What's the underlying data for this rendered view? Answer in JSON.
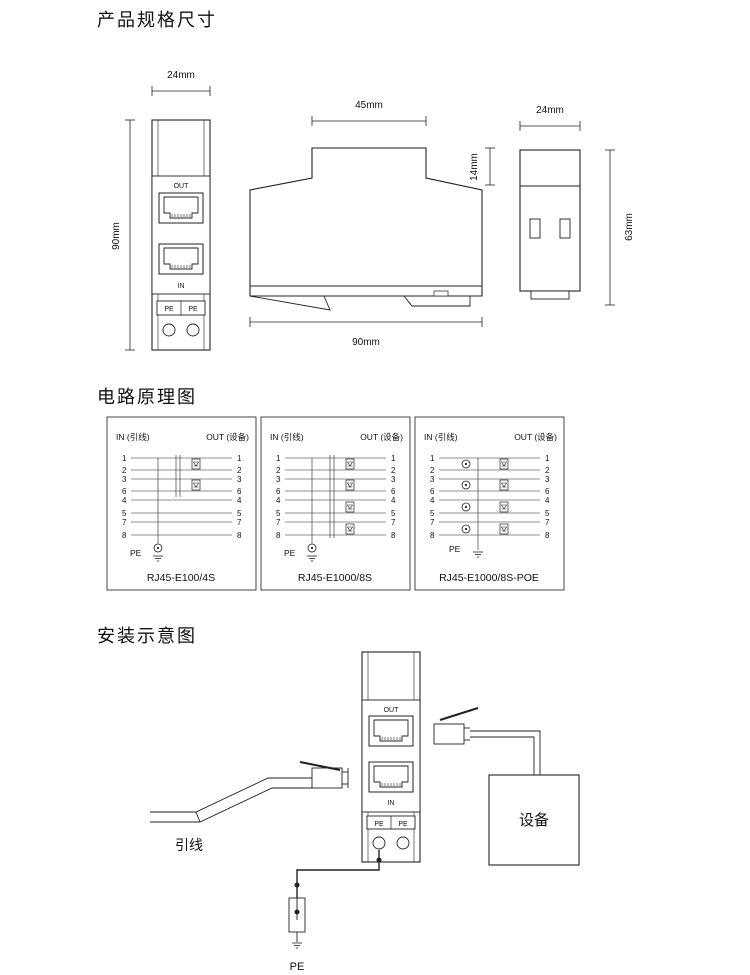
{
  "sections": {
    "dimensions_title": "产品规格尺寸",
    "circuit_title": "电路原理图",
    "install_title": "安装示意图"
  },
  "dimensions": {
    "front_width": "24mm",
    "front_height": "90mm",
    "side_top_width": "45mm",
    "side_bottom_width": "90mm",
    "side_step_height": "14mm",
    "end_width": "24mm",
    "end_height": "63mm"
  },
  "device": {
    "port_out": "OUT",
    "port_in": "IN",
    "pe_left": "PE",
    "pe_right": "PE"
  },
  "circuits": [
    {
      "in_label": "IN (引线)",
      "out_label": "OUT (设备)",
      "pins": [
        "1",
        "2",
        "3",
        "6",
        "4",
        "5",
        "7",
        "8"
      ],
      "pe": "PE",
      "caption": "RJ45-E100/4S"
    },
    {
      "in_label": "IN (引线)",
      "out_label": "OUT (设备)",
      "pins": [
        "1",
        "2",
        "3",
        "6",
        "4",
        "5",
        "7",
        "8"
      ],
      "pe": "PE",
      "caption": "RJ45-E1000/8S"
    },
    {
      "in_label": "IN (引线)",
      "out_label": "OUT (设备)",
      "pins": [
        "1",
        "2",
        "3",
        "6",
        "4",
        "5",
        "7",
        "8"
      ],
      "pe": "PE",
      "caption": "RJ45-E1000/8S-POE"
    }
  ],
  "installation": {
    "equipment_label": "设备",
    "lead_label": "引线",
    "pe_label": "PE"
  },
  "colors": {
    "line": "#222222",
    "text": "#111111",
    "background": "#ffffff"
  }
}
